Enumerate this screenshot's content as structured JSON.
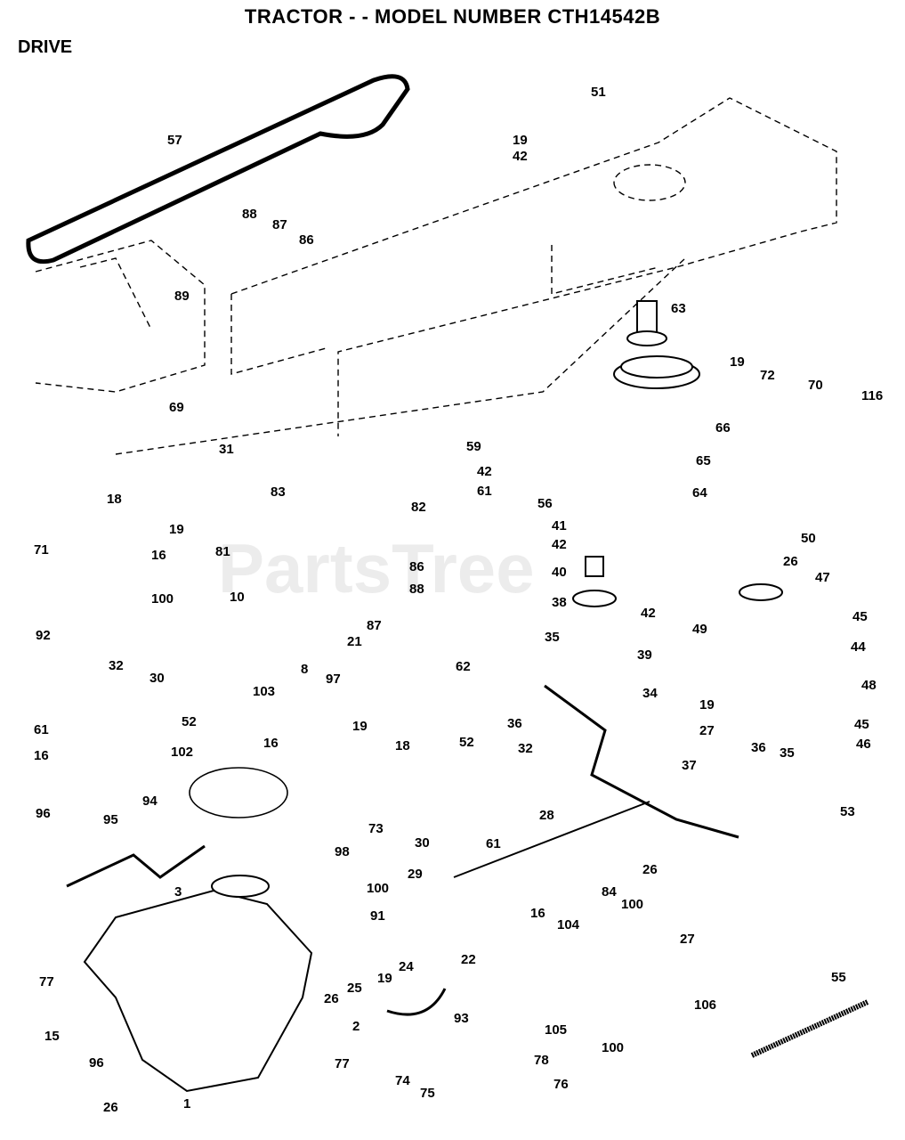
{
  "header": {
    "title": "TRACTOR - - MODEL NUMBER CTH14542B",
    "section": "DRIVE"
  },
  "watermark": "PartsTree",
  "callouts": [
    "57",
    "88",
    "87",
    "86",
    "89",
    "69",
    "31",
    "51",
    "19",
    "42",
    "63",
    "19",
    "72",
    "70",
    "116",
    "59",
    "42",
    "61",
    "56",
    "66",
    "65",
    "64",
    "18",
    "19",
    "71",
    "16",
    "100",
    "92",
    "83",
    "82",
    "81",
    "86",
    "88",
    "87",
    "21",
    "10",
    "8",
    "41",
    "42",
    "40",
    "38",
    "42",
    "39",
    "50",
    "26",
    "47",
    "49",
    "45",
    "44",
    "48",
    "19",
    "27",
    "45",
    "46",
    "32",
    "30",
    "61",
    "52",
    "16",
    "103",
    "102",
    "94",
    "97",
    "19",
    "16",
    "18",
    "73",
    "98",
    "96",
    "95",
    "3",
    "100",
    "91",
    "77",
    "15",
    "96",
    "26",
    "1",
    "26",
    "2",
    "19",
    "24",
    "25",
    "62",
    "35",
    "36",
    "34",
    "52",
    "32",
    "30",
    "61",
    "37",
    "36",
    "35",
    "53",
    "28",
    "26",
    "27",
    "29",
    "22",
    "16",
    "104",
    "84",
    "100",
    "105",
    "106",
    "100",
    "93",
    "77",
    "74",
    "75",
    "78",
    "76",
    "55"
  ]
}
